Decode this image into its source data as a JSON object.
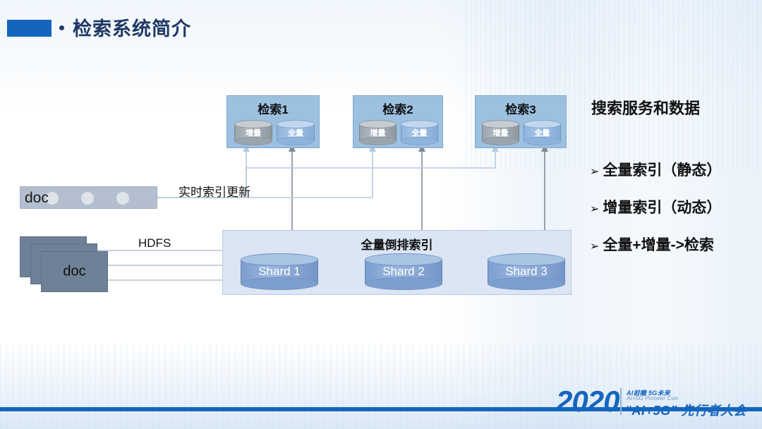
{
  "slide": {
    "title": "检索系统简介"
  },
  "diagram": {
    "search_nodes": [
      {
        "title": "检索1",
        "incremental_label": "增量",
        "full_label": "全量"
      },
      {
        "title": "检索2",
        "incremental_label": "增量",
        "full_label": "全量"
      },
      {
        "title": "检索3",
        "incremental_label": "增量",
        "full_label": "全量"
      }
    ],
    "doc_stream": {
      "label": "doc"
    },
    "doc_stack": {
      "label": "doc"
    },
    "index_container": {
      "title": "全量倒排索引",
      "shards": [
        {
          "label": "Shard 1"
        },
        {
          "label": "Shard 2"
        },
        {
          "label": "Shard 3"
        }
      ]
    },
    "edge_labels": {
      "realtime_update": "实时索引更新",
      "hdfs": "HDFS"
    }
  },
  "panel": {
    "heading": "搜索服务和数据",
    "items": [
      {
        "arrow": "➢",
        "text": "全量索引（静态）"
      },
      {
        "arrow": "➢",
        "text": "增量索引（动态）"
      },
      {
        "arrow": "➢",
        "text": "全量+增量->检索"
      }
    ]
  },
  "footer": {
    "year": "2020",
    "tagline_cn": "AI前瞻  5G未来",
    "tagline_en": "AI+5G Pioneer Con",
    "conference": "“AI+5G” 先行者大会"
  },
  "colors": {
    "accent_blue": "#1565be",
    "title_navy": "#1f3864",
    "node_blue": "#9cc0e0",
    "index_blue": "#dbe5f3",
    "shard_blue": "#7c9fd0",
    "doc_gray": "#6f8197",
    "stream_gray": "#b3bfcf"
  }
}
